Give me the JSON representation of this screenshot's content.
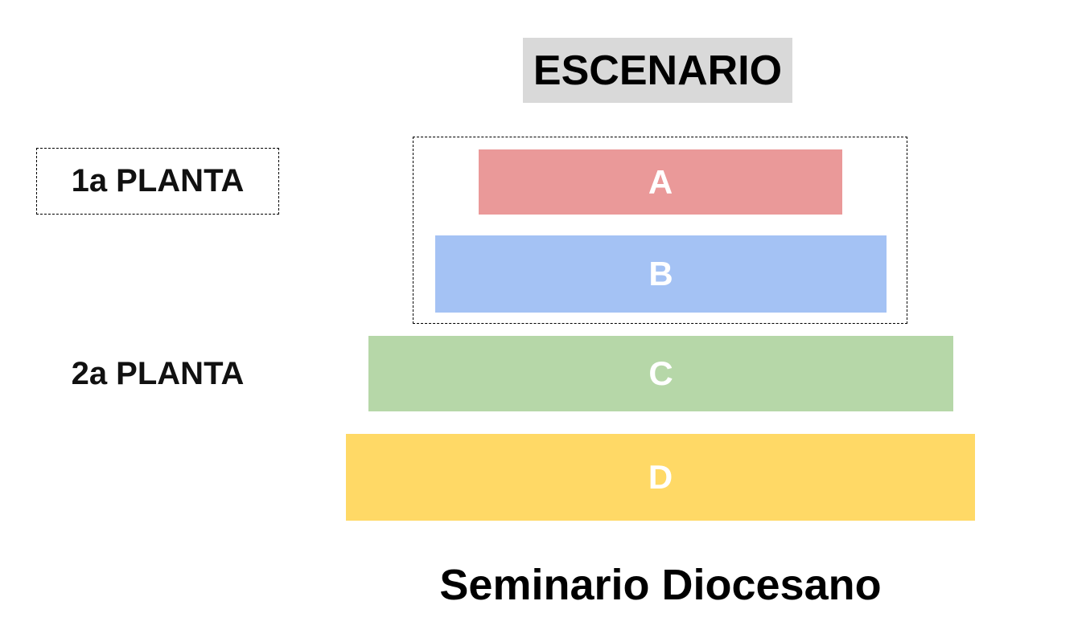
{
  "stage": {
    "label": "ESCENARIO",
    "background": "#d9d9d9",
    "text_color": "#000000"
  },
  "floors": {
    "first_label": "1a PLANTA",
    "second_label": "2a PLANTA"
  },
  "zones": [
    {
      "label": "A",
      "color": "#ea9999"
    },
    {
      "label": "B",
      "color": "#a4c2f4"
    },
    {
      "label": "C",
      "color": "#b6d7a8"
    },
    {
      "label": "D",
      "color": "#ffd966"
    }
  ],
  "venue": {
    "name": "Seminario Diocesano"
  }
}
